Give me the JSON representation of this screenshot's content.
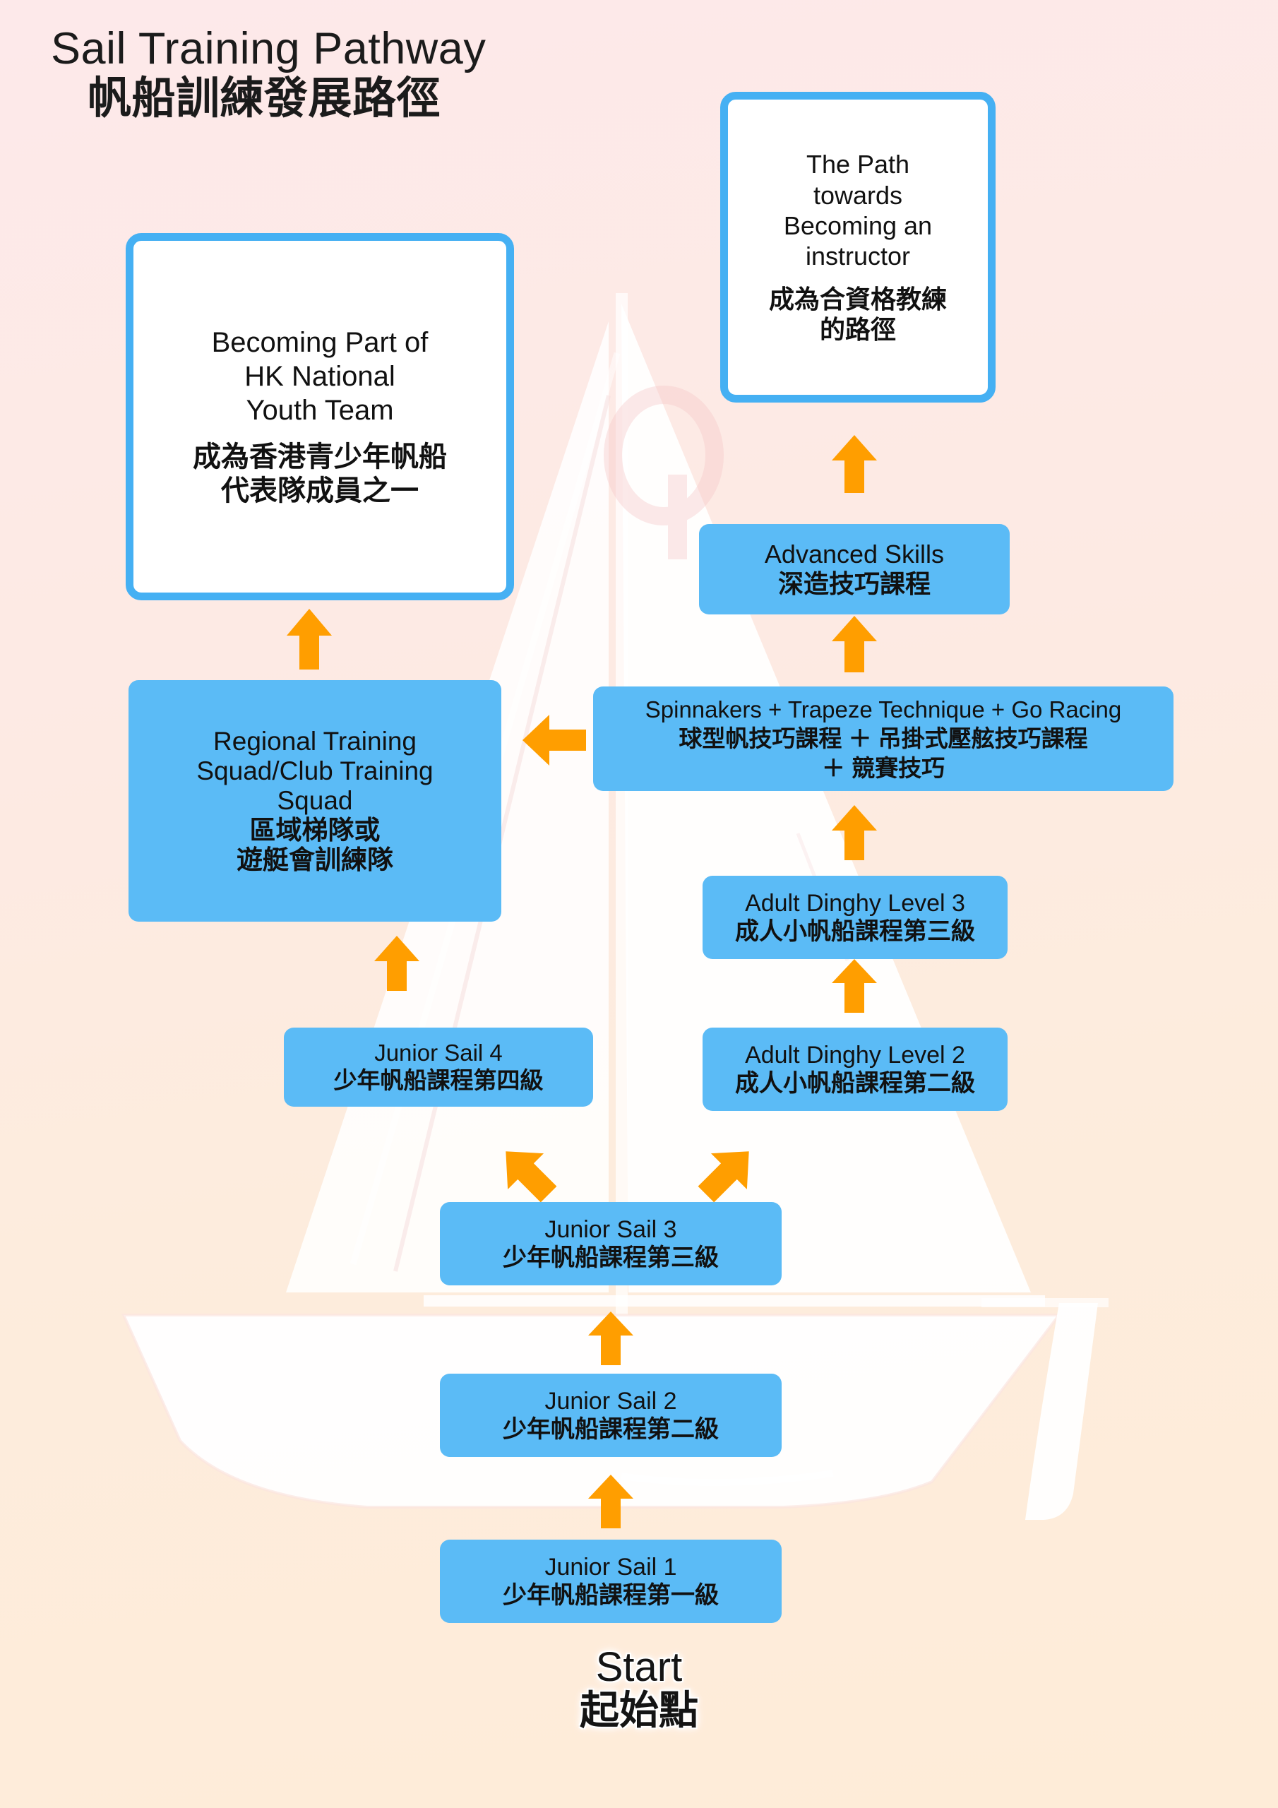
{
  "title": {
    "en": "Sail Training Pathway",
    "zh": "帆船訓練發展路徑"
  },
  "colors": {
    "box_fill": "#5bbbf6",
    "card_border": "#45b0f3",
    "card_fill": "#ffffff",
    "arrow": "#ff9e00",
    "background_top": "#fde9ea",
    "background_bottom": "#feecd8",
    "text": "#111111"
  },
  "goal_cards": [
    {
      "id": "youth-team",
      "en": "Becoming Part of\nHK National\nYouth Team",
      "en_lines": [
        "Becoming Part of",
        "HK National",
        "Youth Team"
      ],
      "zh_lines": [
        "成為香港青少年帆船",
        "代表隊成員之一"
      ]
    },
    {
      "id": "instructor-path",
      "en": "The Path\ntowards\nBecoming an\ninstructor",
      "en_lines": [
        "The Path",
        "towards",
        "Becoming an",
        "instructor"
      ],
      "zh_lines": [
        "成為合資格教練",
        "的路徑"
      ]
    }
  ],
  "course_boxes": [
    {
      "id": "advanced-skills",
      "en_lines": [
        "Advanced Skills"
      ],
      "zh_lines": [
        "深造技巧課程"
      ]
    },
    {
      "id": "spinnakers-trapeze-racing",
      "en_lines": [
        "Spinnakers + Trapeze Technique + Go Racing"
      ],
      "zh_lines": [
        "球型帆技巧課程 ＋ 吊掛式壓舷技巧課程",
        "＋ 競賽技巧"
      ]
    },
    {
      "id": "regional-training-squad",
      "en_lines": [
        "Regional Training",
        "Squad/Club Training",
        "Squad"
      ],
      "zh_lines": [
        "區域梯隊或",
        "遊艇會訓練隊"
      ]
    },
    {
      "id": "adult-dinghy-3",
      "en_lines": [
        "Adult Dinghy Level 3"
      ],
      "zh_lines": [
        "成人小帆船課程第三級"
      ]
    },
    {
      "id": "adult-dinghy-2",
      "en_lines": [
        "Adult Dinghy Level 2"
      ],
      "zh_lines": [
        "成人小帆船課程第二級"
      ]
    },
    {
      "id": "junior-sail-4",
      "en_lines": [
        "Junior Sail 4"
      ],
      "zh_lines": [
        "少年帆船課程第四級"
      ]
    },
    {
      "id": "junior-sail-3",
      "en_lines": [
        "Junior Sail 3"
      ],
      "zh_lines": [
        "少年帆船課程第三級"
      ]
    },
    {
      "id": "junior-sail-2",
      "en_lines": [
        "Junior Sail 2"
      ],
      "zh_lines": [
        "少年帆船課程第二級"
      ]
    },
    {
      "id": "junior-sail-1",
      "en_lines": [
        "Junior Sail 1"
      ],
      "zh_lines": [
        "少年帆船課程第一級"
      ]
    }
  ],
  "boxes": {
    "youth_team": {
      "en_1": "Becoming Part of",
      "en_2": "HK National",
      "en_3": "Youth Team",
      "zh_1": "成為香港青少年帆船",
      "zh_2": "代表隊成員之一"
    },
    "instructor_path": {
      "en_1": "The Path",
      "en_2": "towards",
      "en_3": "Becoming an",
      "en_4": "instructor",
      "zh_1": "成為合資格教練",
      "zh_2": "的路徑"
    },
    "advanced_skills": {
      "en_1": "Advanced Skills",
      "zh_1": "深造技巧課程"
    },
    "spinnakers": {
      "en_1": "Spinnakers + Trapeze Technique + Go Racing",
      "zh_1": "球型帆技巧課程 ＋ 吊掛式壓舷技巧課程",
      "zh_2": "＋ 競賽技巧"
    },
    "regional_squad": {
      "en_1": "Regional Training",
      "en_2": "Squad/Club Training",
      "en_3": "Squad",
      "zh_1": "區域梯隊或",
      "zh_2": "遊艇會訓練隊"
    },
    "adult_dinghy_3": {
      "en_1": "Adult Dinghy Level 3",
      "zh_1": "成人小帆船課程第三級"
    },
    "adult_dinghy_2": {
      "en_1": "Adult Dinghy Level 2",
      "zh_1": "成人小帆船課程第二級"
    },
    "junior_sail_4": {
      "en_1": "Junior Sail 4",
      "zh_1": "少年帆船課程第四級"
    },
    "junior_sail_3": {
      "en_1": "Junior Sail 3",
      "zh_1": "少年帆船課程第三級"
    },
    "junior_sail_2": {
      "en_1": "Junior Sail 2",
      "zh_1": "少年帆船課程第二級"
    },
    "junior_sail_1": {
      "en_1": "Junior Sail 1",
      "zh_1": "少年帆船課程第一級"
    }
  },
  "start": {
    "en": "Start",
    "zh": "起始點"
  },
  "arrows": [
    {
      "id": "js1-to-js2",
      "direction": "up"
    },
    {
      "id": "js2-to-js3",
      "direction": "up"
    },
    {
      "id": "js3-to-js4",
      "direction": "up-left"
    },
    {
      "id": "js3-to-adult2",
      "direction": "up-right"
    },
    {
      "id": "js4-to-regional",
      "direction": "up"
    },
    {
      "id": "adult2-to-adult3",
      "direction": "up"
    },
    {
      "id": "adult3-to-spinnakers",
      "direction": "up"
    },
    {
      "id": "spinnakers-to-regional",
      "direction": "left"
    },
    {
      "id": "spinnakers-to-advanced",
      "direction": "up"
    },
    {
      "id": "advanced-to-instructor",
      "direction": "up"
    },
    {
      "id": "regional-to-youth-team",
      "direction": "up"
    }
  ],
  "watermark": {
    "name": "sailboat-logo",
    "description": "faint white sailboat with Q-shaped emblem on the mainsail"
  }
}
